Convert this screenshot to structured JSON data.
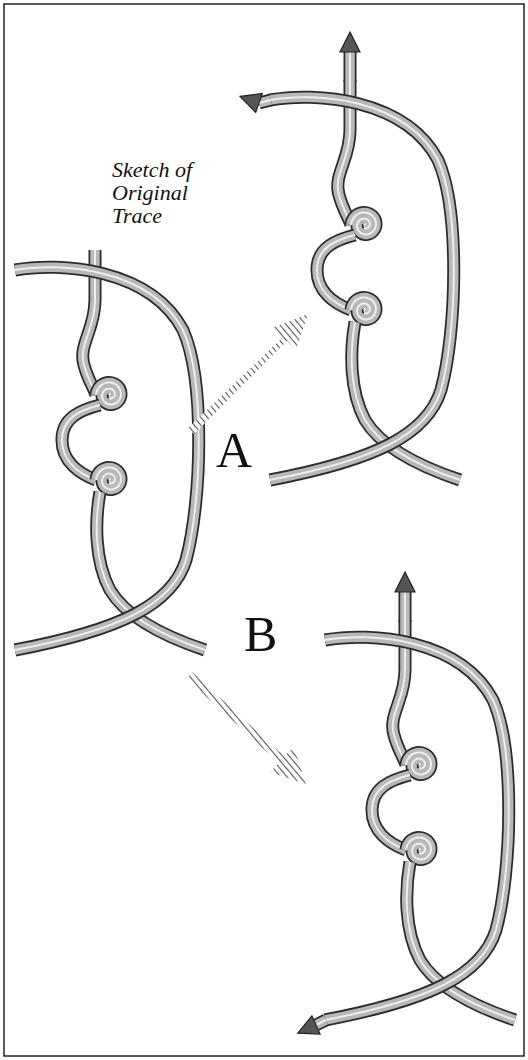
{
  "diagram": {
    "labels": [
      "Sketch of Original Trace",
      "A",
      "B"
    ]
  }
}
